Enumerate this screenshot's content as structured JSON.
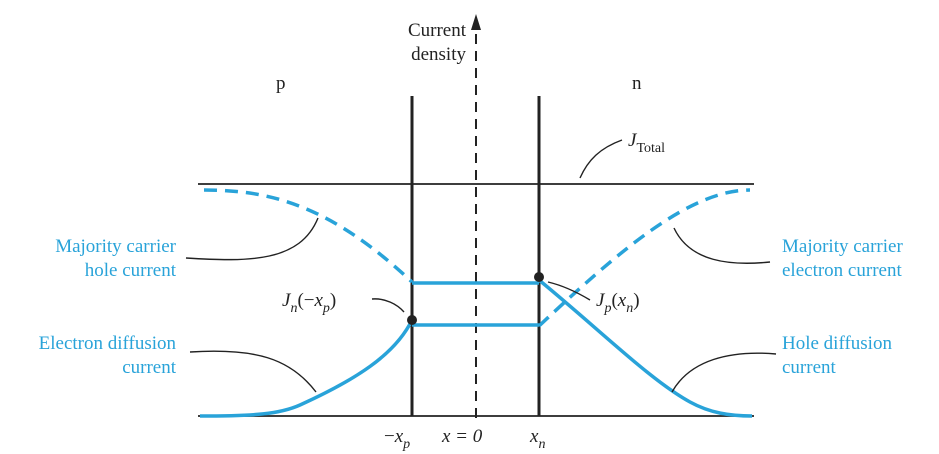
{
  "colors": {
    "ink": "#222222",
    "accent": "#29a3d9"
  },
  "axis": {
    "y_label_line1": "Current",
    "y_label_line2": "density"
  },
  "regions": {
    "p": "p",
    "n": "n"
  },
  "total": {
    "symbol": "J",
    "subscript": "Total"
  },
  "ticks": {
    "neg_xp": {
      "prefix": "−",
      "var": "x",
      "sub": "p"
    },
    "x0": "x = 0",
    "xn": {
      "var": "x",
      "sub": "n"
    }
  },
  "annotations": {
    "maj_hole_line1": "Majority carrier",
    "maj_hole_line2": "hole current",
    "maj_elec_line1": "Majority carrier",
    "maj_elec_line2": "electron current",
    "elec_diff_line1": "Electron diffusion",
    "elec_diff_line2": "current",
    "hole_diff_line1": "Hole diffusion",
    "hole_diff_line2": "current",
    "jn_label": {
      "J": "J",
      "sub": "n",
      "open": "(−",
      "x": "x",
      "xsub": "p",
      "close": ")"
    },
    "jp_label": {
      "J": "J",
      "sub": "p",
      "open": "(",
      "x": "x",
      "xsub": "n",
      "close": ")"
    }
  }
}
